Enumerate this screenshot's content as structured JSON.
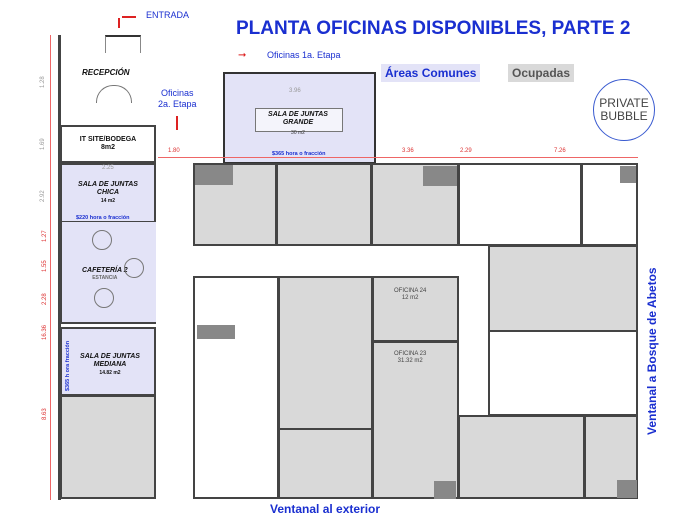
{
  "title": "PLANTA OFICINAS DISPONIBLES, PARTE 2",
  "annotations": {
    "entrada": "ENTRADA",
    "oficinas_1a": "Oficinas 1a. Etapa",
    "oficinas_2a_line1": "Oficinas",
    "oficinas_2a_line2": "2a. Etapa",
    "ventanal_exterior": "Ventanal al exterior",
    "ventanal_bosque": "Ventanal a Bosque de Abetos"
  },
  "legend": {
    "common": "Áreas Comunes",
    "occupied": "Ocupadas",
    "common_color": "#e3e3f7",
    "occupied_color": "#d9d9d9",
    "text_color": "#1a2fd0"
  },
  "logo": {
    "line1": "PRIVATE",
    "line2": "BUBBLE"
  },
  "rooms": {
    "reception": "RECEPCIÓN",
    "it_site": {
      "name": "IT SITE/BODEGA",
      "area": "8m2"
    },
    "sala_grande": {
      "name1": "SALA DE JUNTAS",
      "name2": "GRANDE",
      "area": "30 m2",
      "price": "$365 hora o fracción"
    },
    "sala_chica": {
      "name1": "SALA DE JUNTAS",
      "name2": "CHICA",
      "area": "14 m2",
      "price": "$220 hora o fracción"
    },
    "cafeteria": {
      "name": "CAFETERÍA 2",
      "sub": "ESTANCIA"
    },
    "sala_mediana": {
      "name1": "SALA DE JUNTAS",
      "name2": "MEDIANA",
      "area": "14.82 m2",
      "price": "$365 h ora fracción"
    },
    "oficina_24": {
      "name": "OFICINA 24",
      "area": "12 m2"
    },
    "oficina_23": {
      "name": "OFICINA 23",
      "area": "31.32 m2"
    }
  },
  "dimensions": {
    "top": [
      "1.80",
      "3.36",
      "2.29",
      "7.26"
    ],
    "sala_grande_width": "3.96",
    "sala_chica_width": "2.25",
    "left": [
      "1.28",
      "1.69",
      "2.92",
      "1.27",
      "1.55",
      "2.28",
      "16.36",
      "8.63"
    ]
  }
}
